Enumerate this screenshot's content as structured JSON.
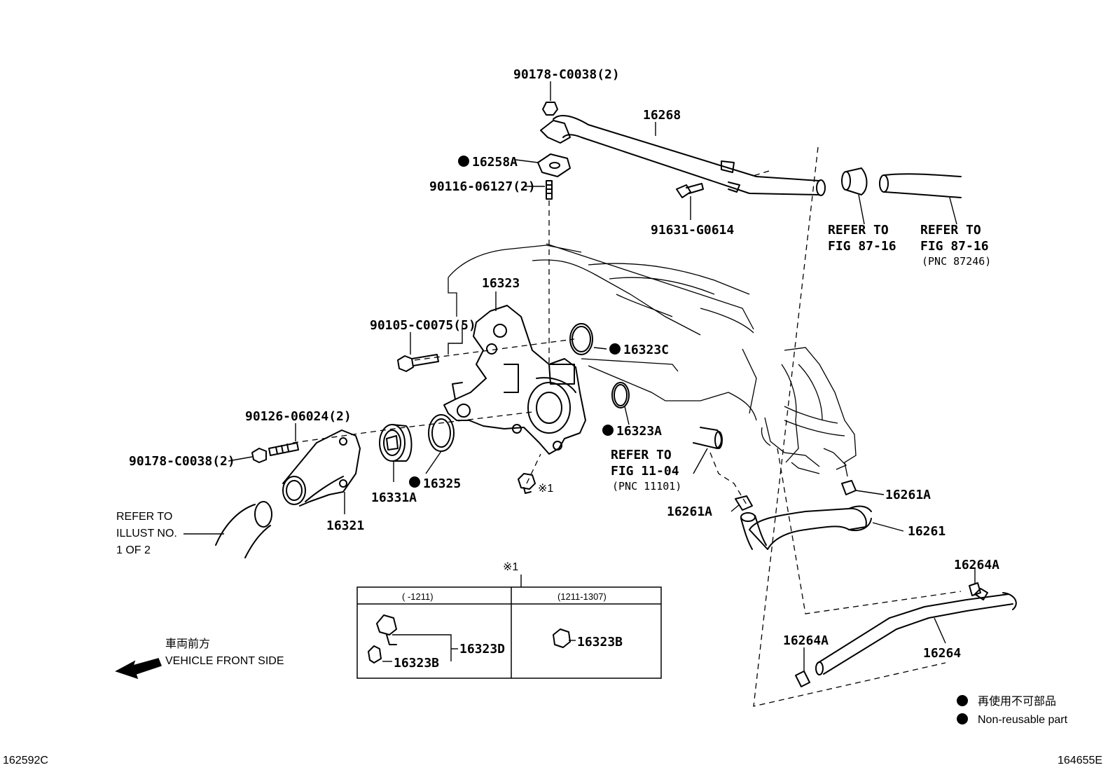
{
  "labels": {
    "p_90178_top": "90178-C0038(2)",
    "p_16268": "16268",
    "p_16258A": "16258A",
    "p_90116": "90116-06127(2)",
    "p_91631": "91631-G0614",
    "refer_87_16_a": [
      "REFER TO",
      "FIG 87-16"
    ],
    "refer_87_16_b": [
      "REFER TO",
      "FIG 87-16",
      "(PNC 87246)"
    ],
    "p_16323": "16323",
    "p_90105": "90105-C0075(5)",
    "p_16323C": "16323C",
    "p_16323A": "16323A",
    "refer_11_04": [
      "REFER TO",
      "FIG 11-04",
      "(PNC 11101)"
    ],
    "p_90126": "90126-06024(2)",
    "p_90178_left": "90178-C0038(2)",
    "p_16325": "16325",
    "p_16331A": "16331A",
    "p_16321": "16321",
    "note_ref_1": "※1",
    "refer_illust": [
      "REFER TO",
      "ILLUST NO.",
      "1 OF 2"
    ],
    "p_16261A_right": "16261A",
    "p_16261A_left": "16261A",
    "p_16261": "16261",
    "p_16264A_top": "16264A",
    "p_16264A_bottom": "16264A",
    "p_16264": "16264",
    "inset_title": "※1",
    "inset_col1": "(       -1211)",
    "inset_col2": "(1211-1307)",
    "inset_16323B_a": "16323B",
    "inset_16323D": "16323D",
    "inset_16323B_b": "16323B",
    "front_jp": "車両前方",
    "front_en": "VEHICLE FRONT SIDE",
    "legend_jp": "再使用不可部品",
    "legend_en": "Non-reusable part",
    "code_left": "162592C",
    "code_right": "164655E"
  }
}
